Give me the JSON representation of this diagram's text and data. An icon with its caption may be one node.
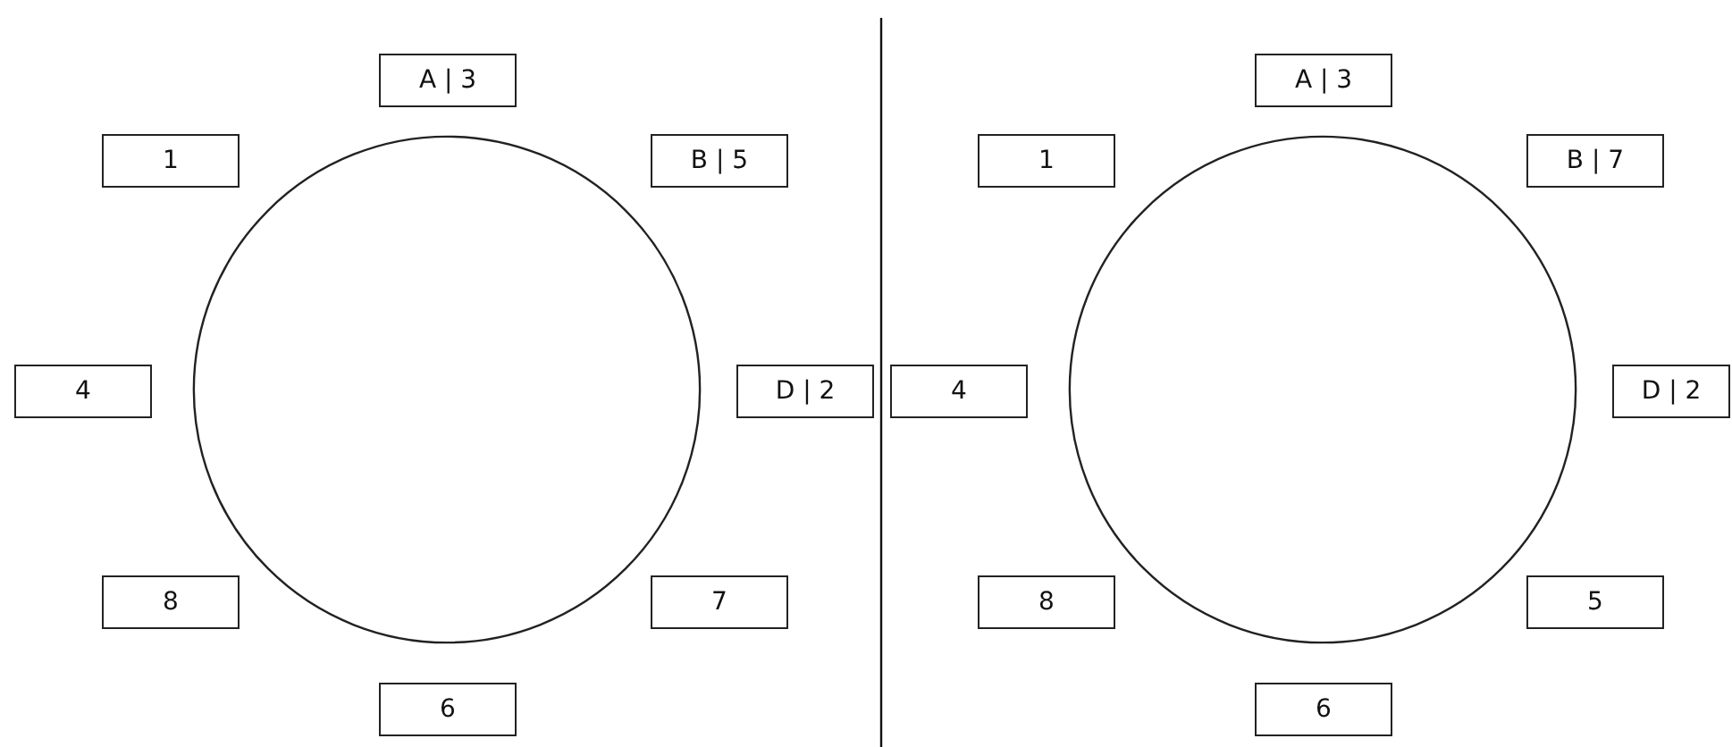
{
  "diagram": {
    "nodes": [
      {
        "text": [
          "A | 3"
        ]
      },
      {
        "text": [
          "1"
        ]
      },
      {
        "text": [
          "B | 5"
        ]
      },
      {
        "text": [
          "4"
        ]
      },
      {
        "text": [],
        "shape": "circle"
      },
      {
        "text": [
          "D | 2"
        ]
      },
      {
        "text": [
          "8"
        ]
      },
      {
        "text": [
          "7"
        ]
      },
      {
        "text": [
          "6"
        ]
      },
      {
        "text": [
          "A | 3"
        ]
      },
      {
        "text": [
          "1"
        ]
      },
      {
        "text": [
          "B | 7"
        ]
      },
      {
        "text": [
          "4"
        ]
      },
      {
        "text": [],
        "shape": "circle"
      },
      {
        "text": [
          "D | 2"
        ]
      },
      {
        "text": [
          "8"
        ]
      },
      {
        "text": [
          "5"
        ]
      },
      {
        "text": [
          "6"
        ]
      }
    ]
  }
}
